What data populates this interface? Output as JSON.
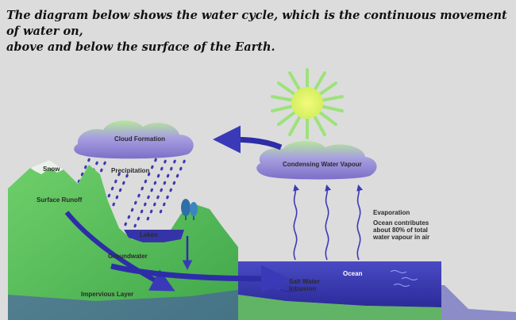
{
  "heading": {
    "line1": "The diagram below shows the water cycle, which is the continuous movement of water on,",
    "line2": "above and below the surface of the Earth."
  },
  "labels": {
    "cloud_formation": "Cloud Formation",
    "condensing": "Condensing Water Vapour",
    "precipitation": "Precipitation",
    "snow": "Snow",
    "surface_runoff": "Surface Runoff",
    "lakes": "Lakes",
    "groundwater": "Groundwater",
    "impervious": "Impervious Layer",
    "evaporation": "Evaporation",
    "ocean_note_1": "Ocean contributes",
    "ocean_note_2": "about 80% of total",
    "ocean_note_3": "water vapour in air",
    "ocean": "Ocean",
    "salt_1": "Salt Water",
    "salt_2": "Intrusion"
  },
  "colors": {
    "land_green": "#5fbf55",
    "ocean_blue": "#3b3bb0",
    "arrow_blue": "#2d2da8",
    "sun_green": "#9ee27a",
    "sun_yellow": "#e8f56a",
    "cloud_purple": "#8a7fd0"
  }
}
